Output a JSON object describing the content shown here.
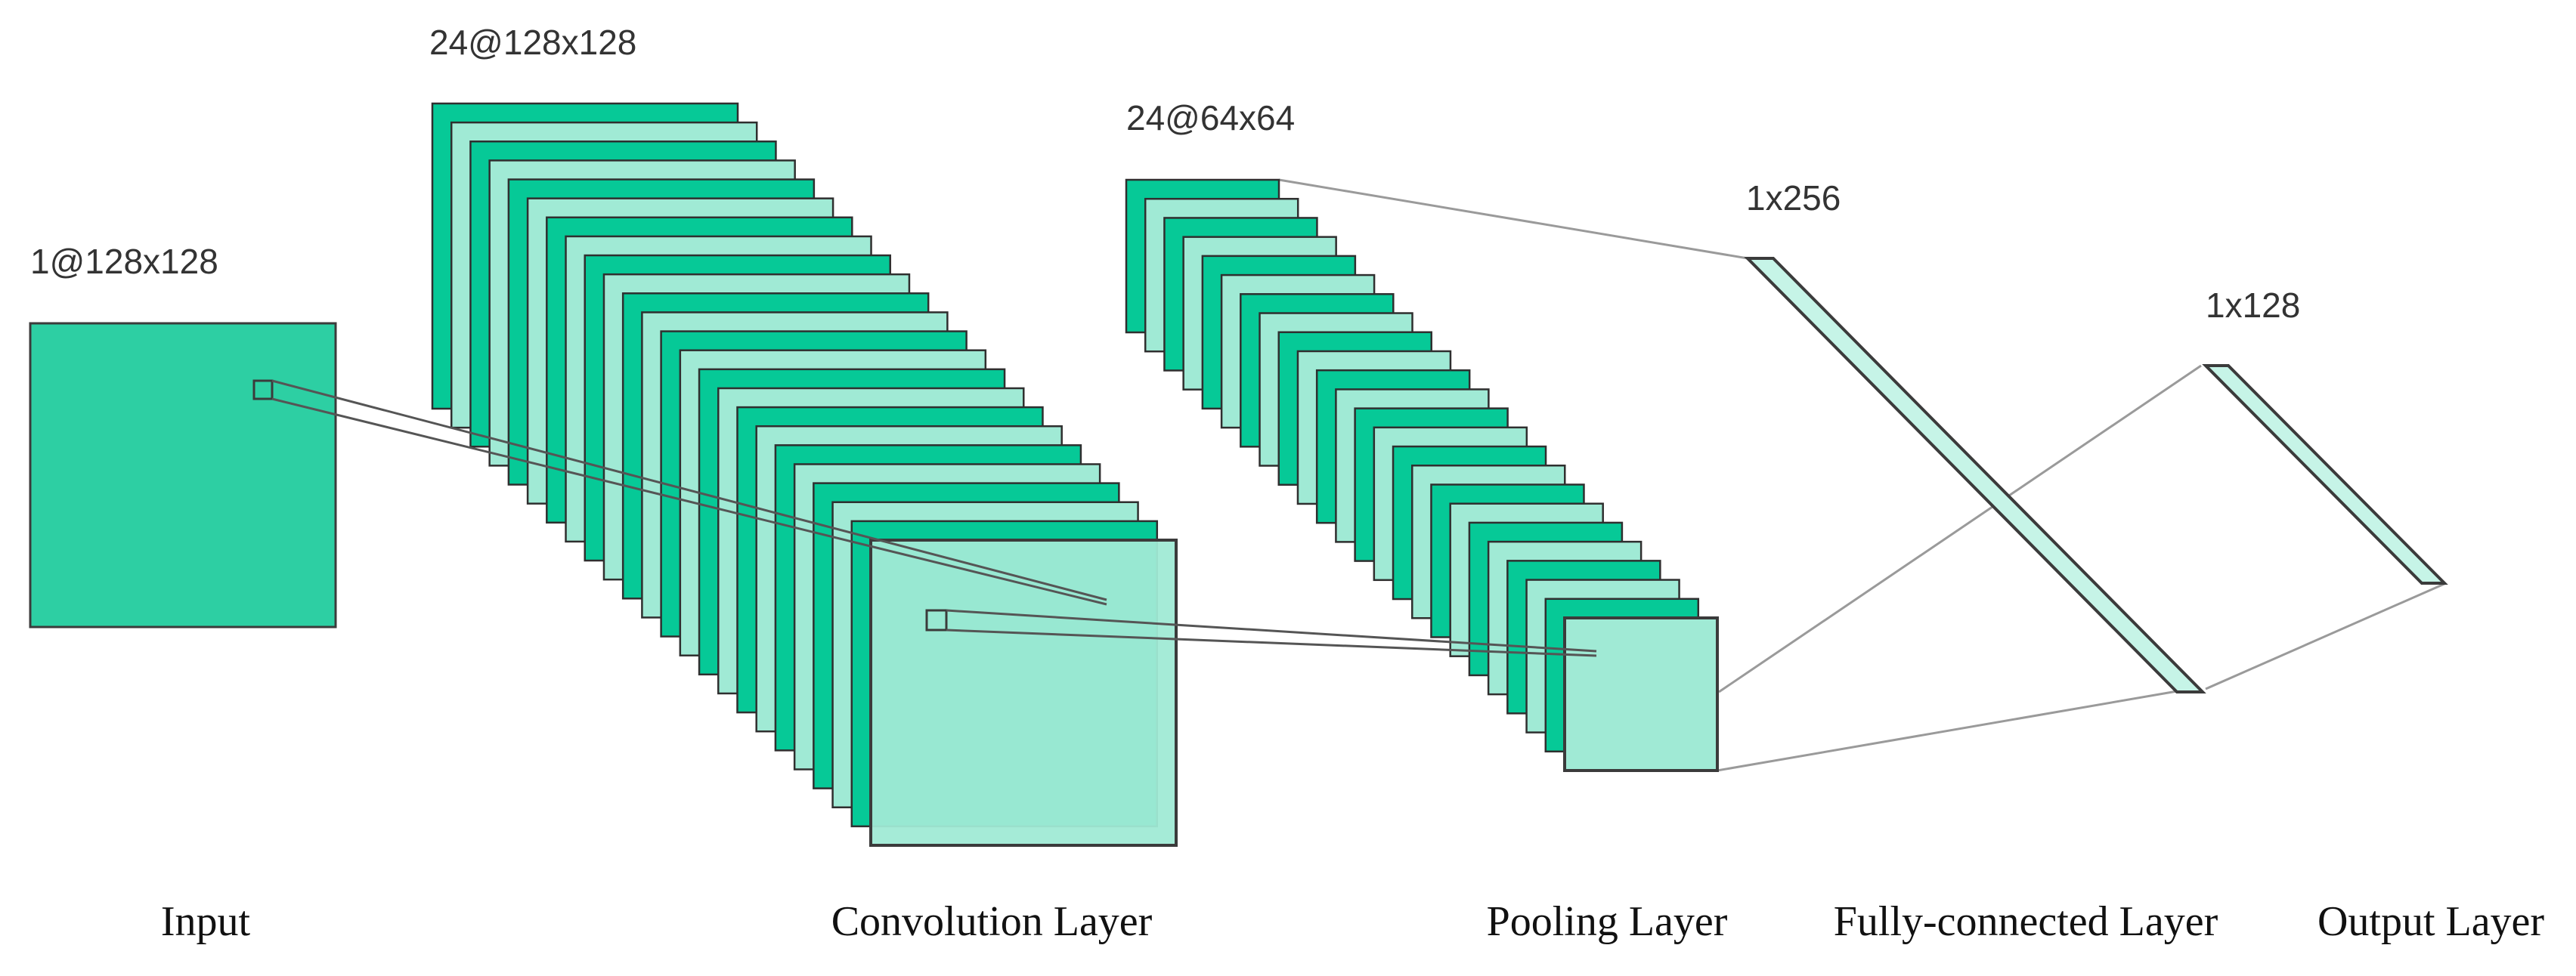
{
  "colors": {
    "dark_green": "#06c997",
    "mid_green": "#2dcfa3",
    "light_green": "#a0ead5",
    "pale_green": "#c6f4e7",
    "edge": "#3b3b3b",
    "connector": "#9a9a9a"
  },
  "layers": {
    "input": {
      "name": "Input",
      "dims": "1@128x128",
      "feature_maps": 1
    },
    "convolution": {
      "name": "Convolution Layer",
      "dims": "24@128x128",
      "feature_maps": 24
    },
    "pooling": {
      "name": "Pooling Layer",
      "dims": "24@64x64",
      "feature_maps": 24
    },
    "fully_connected": {
      "name": "Fully-connected Layer",
      "dims": "1x256"
    },
    "output": {
      "name": "Output Layer",
      "dims": "1x128"
    }
  }
}
